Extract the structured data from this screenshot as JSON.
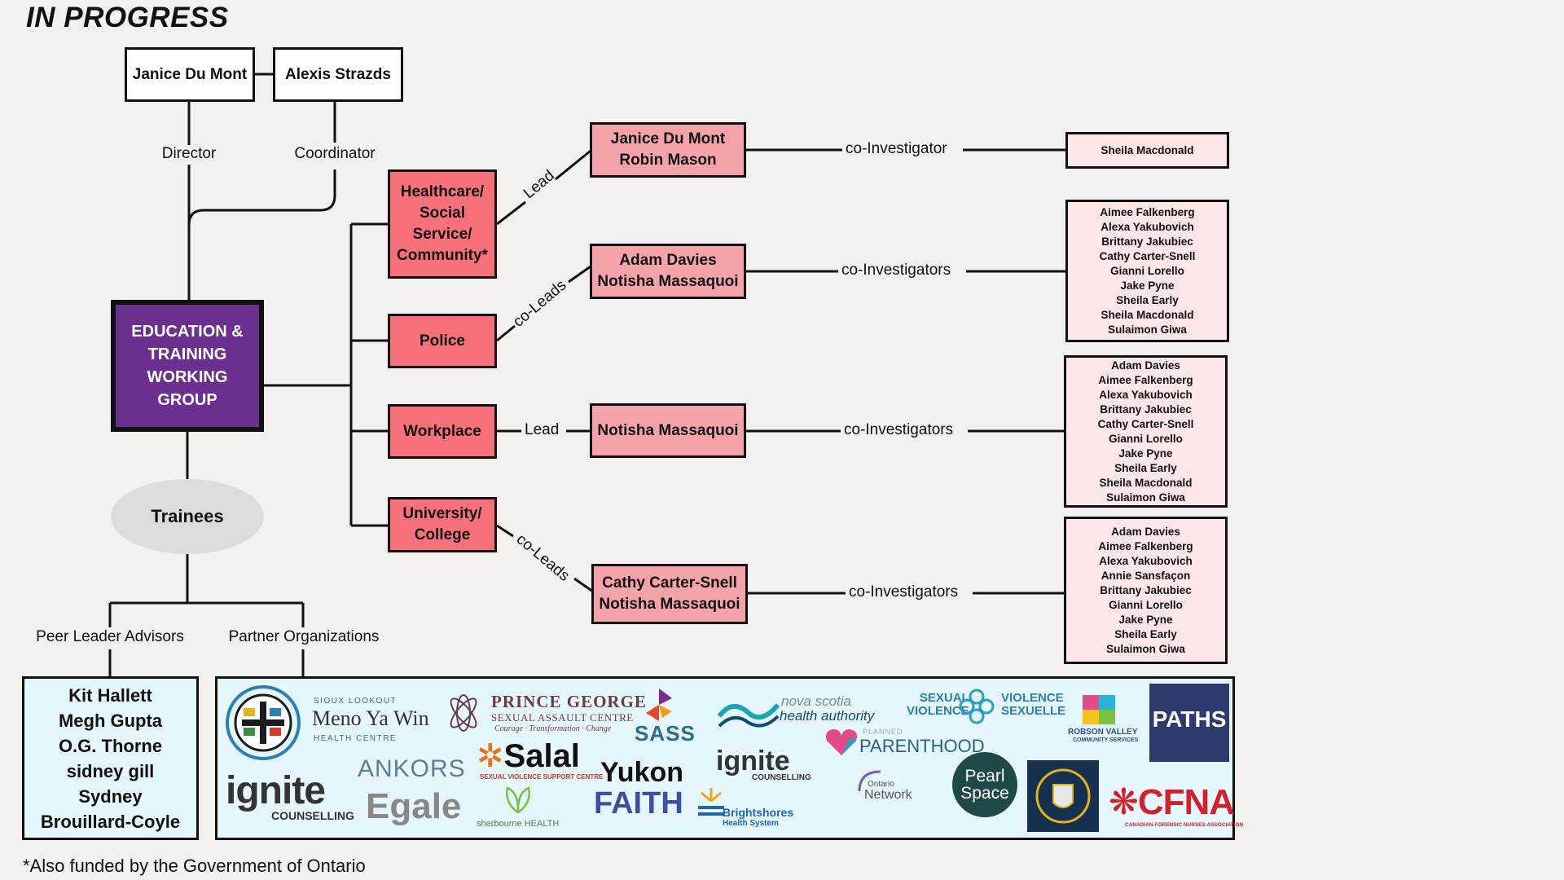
{
  "title": "IN PROGRESS",
  "leadership": {
    "director_name": "Janice Du Mont",
    "coordinator_name": "Alexis Strazds",
    "director_label": "Director",
    "coordinator_label": "Coordinator"
  },
  "group": {
    "lines": [
      "EDUCATION &",
      "TRAINING",
      "WORKING",
      "GROUP"
    ]
  },
  "trainees": {
    "label": "Trainees"
  },
  "sectors": [
    {
      "lines": [
        "Healthcare/",
        "Social",
        "Service/",
        "Community*"
      ],
      "connector": "Lead",
      "leads": [
        "Janice Du Mont",
        "Robin Mason"
      ],
      "inv_label": "co-Investigator",
      "investigators": [
        "Sheila Macdonald"
      ]
    },
    {
      "lines": [
        "Police"
      ],
      "connector": "co-Leads",
      "leads": [
        "Adam Davies",
        "Notisha Massaquoi"
      ],
      "inv_label": "co-Investigators",
      "investigators": [
        "Aimee Falkenberg",
        "Alexa Yakubovich",
        "Brittany Jakubiec",
        "Cathy Carter-Snell",
        "Gianni Lorello",
        "Jake Pyne",
        "Sheila Early",
        "Sheila Macdonald",
        "Sulaimon Giwa"
      ]
    },
    {
      "lines": [
        "Workplace"
      ],
      "connector": "Lead",
      "leads": [
        "Notisha Massaquoi"
      ],
      "inv_label": "co-Investigators",
      "investigators": [
        "Adam Davies",
        "Aimee Falkenberg",
        "Alexa Yakubovich",
        "Brittany Jakubiec",
        "Cathy Carter-Snell",
        "Gianni Lorello",
        "Jake Pyne",
        "Sheila Early",
        "Sheila Macdonald",
        "Sulaimon Giwa"
      ]
    },
    {
      "lines": [
        "University/",
        "College"
      ],
      "connector": "co-Leads",
      "leads": [
        "Cathy Carter-Snell",
        "Notisha Massaquoi"
      ],
      "inv_label": "co-Investigators",
      "investigators": [
        "Adam Davies",
        "Aimee Falkenberg",
        "Alexa Yakubovich",
        "Annie Sansfaçon",
        "Brittany Jakubiec",
        "Gianni Lorello",
        "Jake Pyne",
        "Sheila Early",
        "Sulaimon Giwa"
      ]
    }
  ],
  "peer_leaders": {
    "label": "Peer Leader Advisors",
    "names": [
      "Kit Hallett",
      "Megh Gupta",
      "O.G. Thorne",
      "sidney gill",
      "Sydney",
      "Brouillard-Coyle"
    ]
  },
  "partners": {
    "label": "Partner Organizations",
    "logos": {
      "sioux_lookout": [
        "SIOUX LOOKOUT",
        "Meno Ya Win",
        "HEALTH CENTRE"
      ],
      "prince_george": [
        "PRINCE GEORGE",
        "SEXUAL ASSAULT CENTRE",
        "Courage · Transformation · Change"
      ],
      "sass": "SASS",
      "nova_scotia": [
        "nova scotia",
        "health authority"
      ],
      "sexual_violence": [
        "SEXUAL",
        "VIOLENCE",
        "VIOLENCE",
        "SEXUELLE"
      ],
      "robson_valley": [
        "ROBSON VALLEY",
        "COMMUNITY SERVICES"
      ],
      "paths": "PATHS",
      "ignite_large": [
        "ignite",
        "COUNSELLING"
      ],
      "ankors": "ANKORS",
      "egale": "Egale",
      "salal": [
        "Salal",
        "SEXUAL VIOLENCE SUPPORT CENTRE"
      ],
      "sherbourne": "sherbourne HEALTH",
      "yukon": "Yukon",
      "faith": "FAITH",
      "ignite_small": [
        "ignite",
        "COUNSELLING"
      ],
      "brightshores": [
        "Brightshores",
        "Health System"
      ],
      "planned_parenthood": [
        "PLANNED",
        "PARENTHOOD"
      ],
      "ontario_network": [
        "Ontario",
        "Network"
      ],
      "pearl_space": [
        "Pearl",
        "Space"
      ],
      "cfna": [
        "CFNA",
        "CANADIAN FORENSIC NURSES ASSOCIATION"
      ]
    },
    "colors": {
      "purple": "#6a2f8f",
      "pink_sector": "#f7707a",
      "pink_lead": "#f4a3ab",
      "pink_inv": "#fde6e8",
      "light_blue": "#e5f6fd",
      "cfna_red": "#d4202a",
      "paths_navy": "#2d3a6b",
      "pearl_teal": "#1f4a47"
    }
  },
  "footnote": "*Also funded by the Government of Ontario"
}
